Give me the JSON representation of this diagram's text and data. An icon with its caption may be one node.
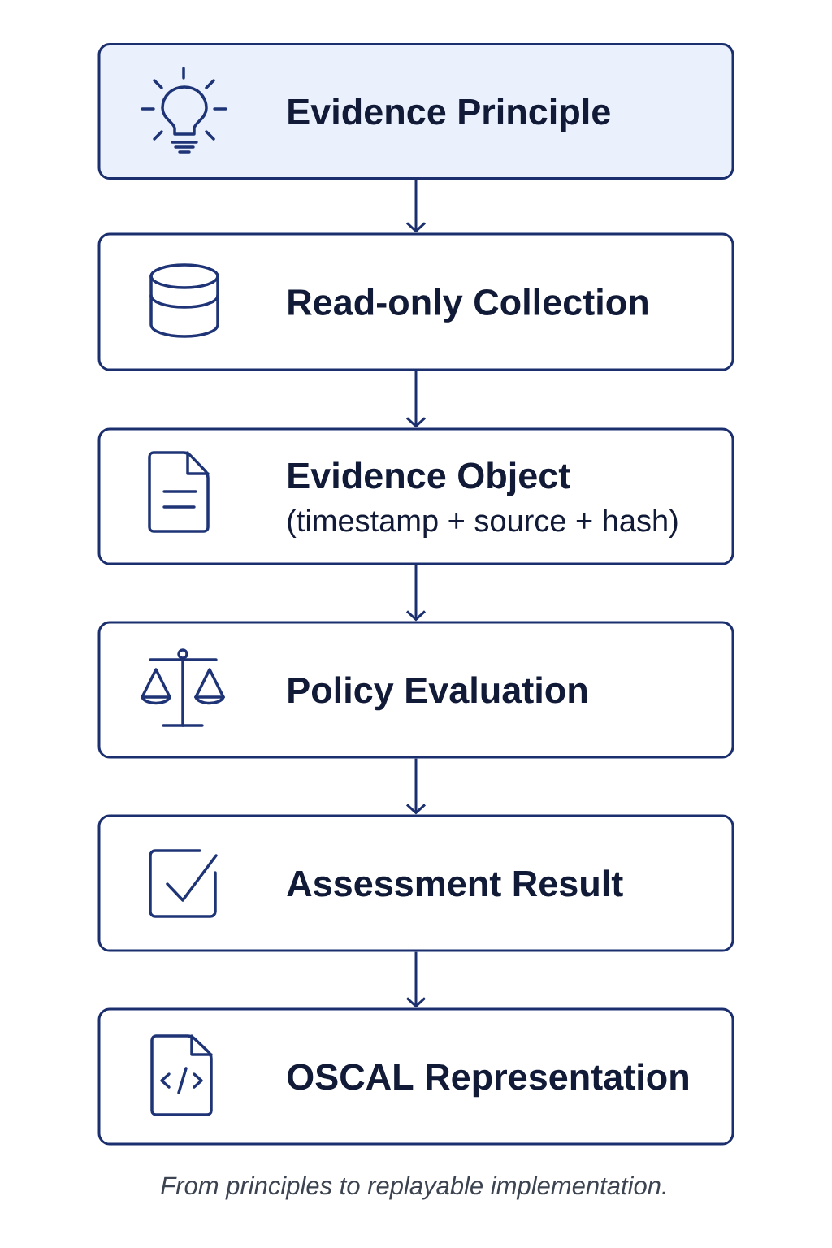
{
  "diagram": {
    "caption": "From principles to replayable implementation.",
    "nodes": [
      {
        "text": [
          "Evidence Principle"
        ]
      },
      {
        "text": [
          "Read-only Collection"
        ]
      },
      {
        "text": [
          "Evidence Object",
          "(timestamp + source + hash)"
        ]
      },
      {
        "text": [
          "Policy Evaluation"
        ]
      },
      {
        "text": [
          "Assessment Result"
        ]
      },
      {
        "text": [
          "OSCAL Representation"
        ]
      }
    ],
    "edges": [
      {
        "from": 0,
        "to": 1,
        "arrow": "to"
      },
      {
        "from": 1,
        "to": 2,
        "arrow": "to"
      },
      {
        "from": 2,
        "to": 3,
        "arrow": "to"
      },
      {
        "from": 3,
        "to": 4,
        "arrow": "to"
      },
      {
        "from": 4,
        "to": 5,
        "arrow": "to"
      }
    ]
  }
}
